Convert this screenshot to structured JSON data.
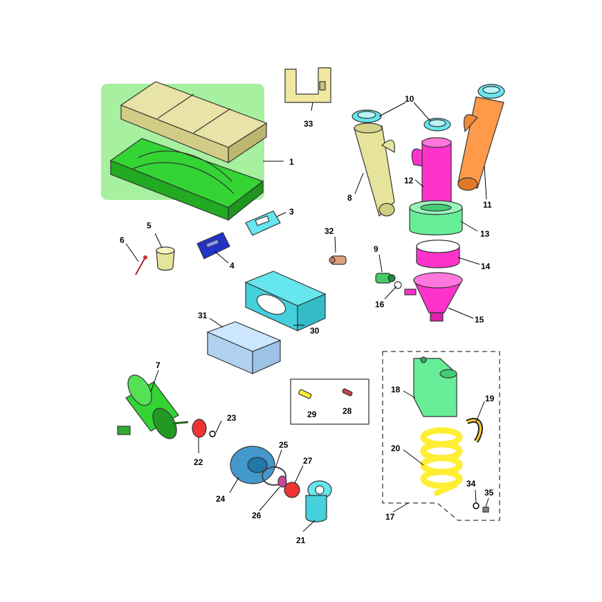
{
  "callouts": {
    "c1": "1",
    "c3": "3",
    "c4": "4",
    "c5": "5",
    "c6": "6",
    "c7": "7",
    "c8": "8",
    "c9": "9",
    "c10": "10",
    "c11": "11",
    "c12": "12",
    "c13": "13",
    "c14": "14",
    "c15": "15",
    "c16": "16",
    "c17": "17",
    "c18": "18",
    "c19": "19",
    "c20": "20",
    "c21": "21",
    "c22": "22",
    "c23": "23",
    "c24": "24",
    "c25": "25",
    "c26": "26",
    "c27": "27",
    "c28": "28",
    "c29": "29",
    "c30": "30",
    "c31": "31",
    "c32": "32",
    "c33": "33",
    "c34": "34",
    "c35": "35"
  },
  "colors": {
    "highlight_panel": "#a6f0a0",
    "lid": "#e8e3a6",
    "tray": "#33d433",
    "cyan": "#66e6ee",
    "magenta": "#ff33cc",
    "orange": "#ff9a4a",
    "khaki": "#e6e49a",
    "mint": "#66ee99",
    "yellow": "#ffee33",
    "blue": "#2233cc",
    "red": "#ee3333",
    "light_blue": "#cce6ff"
  }
}
